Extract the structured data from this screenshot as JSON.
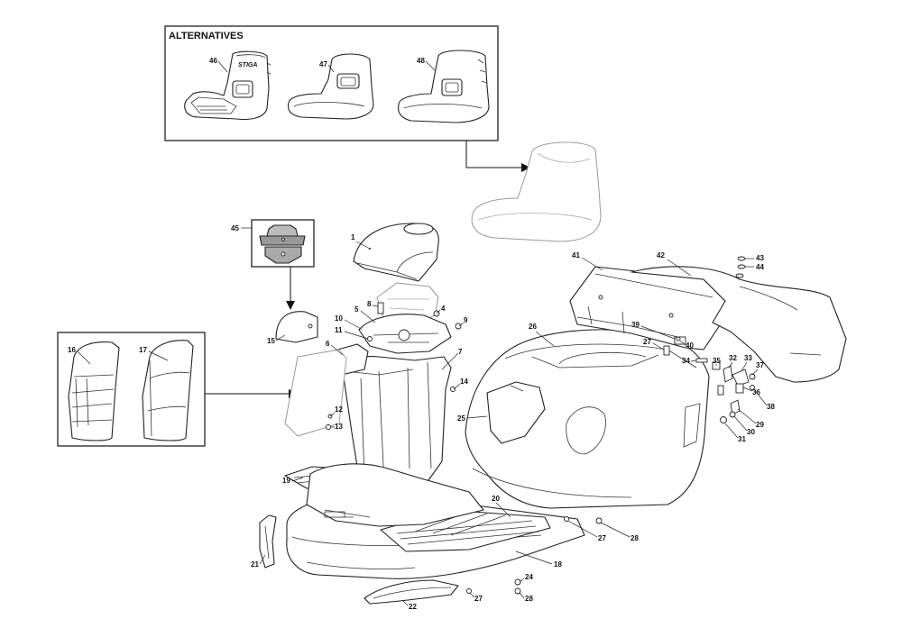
{
  "alternatives_title": "ALTERNATIVES",
  "callouts": {
    "c1": "1",
    "c4": "4",
    "c5": "5",
    "c6": "6",
    "c7": "7",
    "c8": "8",
    "c9": "9",
    "c10": "10",
    "c11": "11",
    "c12": "12",
    "c13": "13",
    "c14": "14",
    "c15": "15",
    "c16": "16",
    "c17": "17",
    "c18": "18",
    "c19": "19",
    "c20": "20",
    "c21": "21",
    "c22": "22",
    "c24": "24",
    "c25": "25",
    "c26": "26",
    "c27a": "27",
    "c27b": "27",
    "c27c": "27",
    "c28a": "28",
    "c28b": "28",
    "c29": "29",
    "c30": "30",
    "c31": "31",
    "c32": "32",
    "c33": "33",
    "c34": "34",
    "c35": "35",
    "c36": "36",
    "c37": "37",
    "c38": "38",
    "c39": "39",
    "c40": "40",
    "c41": "41",
    "c42": "42",
    "c43": "43",
    "c44": "44",
    "c45": "45",
    "c46": "46",
    "c47": "47",
    "c48": "48"
  },
  "seat_46_logo": "STIGA"
}
